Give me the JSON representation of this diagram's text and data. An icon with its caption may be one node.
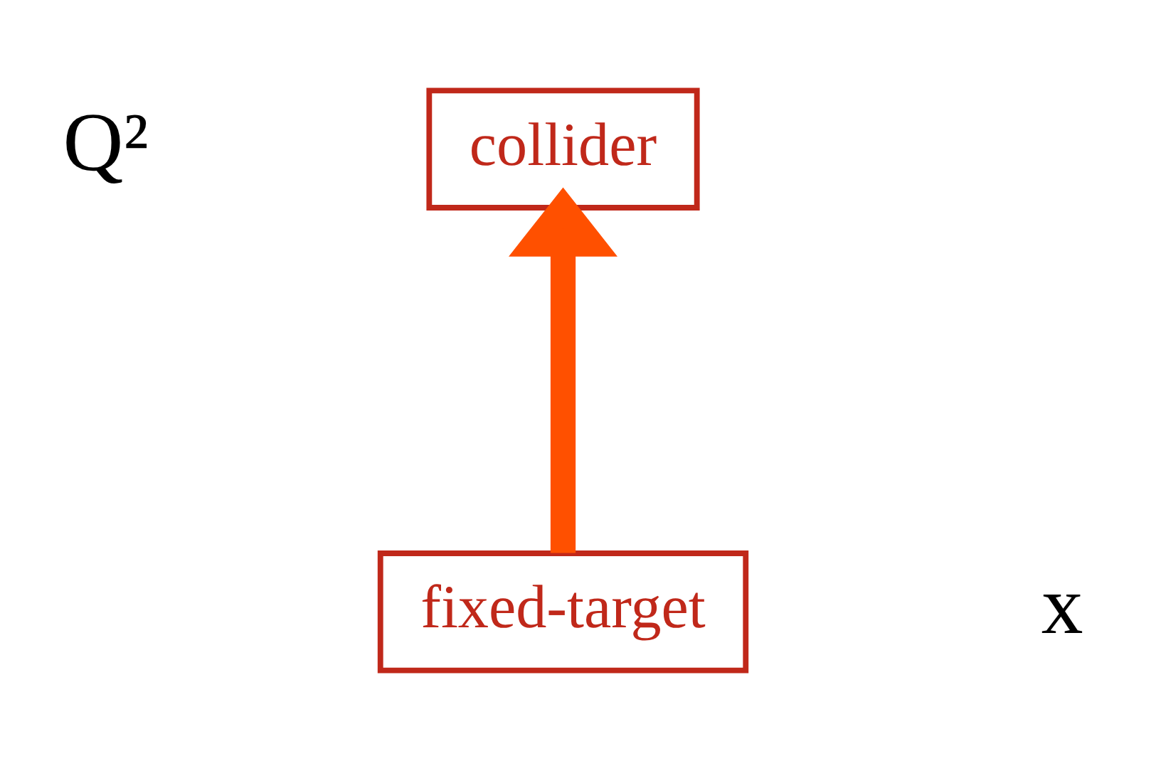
{
  "diagram": {
    "nodes": [
      {
        "text": [
          "collider"
        ]
      },
      {
        "text": [
          "fixed-target"
        ]
      }
    ],
    "edges": [
      {
        "from": 1,
        "to": 0,
        "arrow": "to"
      }
    ],
    "labels": [
      "Q²",
      "x"
    ]
  }
}
